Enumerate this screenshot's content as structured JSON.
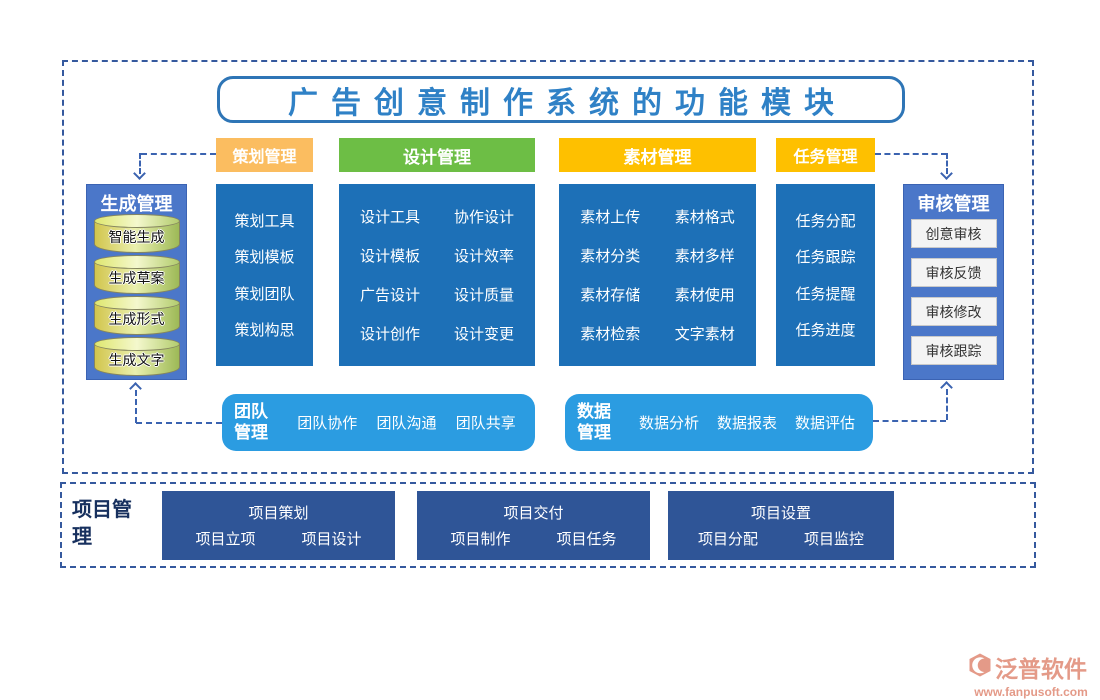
{
  "title": "广告创意制作系统的功能模块",
  "columns": [
    {
      "header": "策划管理",
      "color": "#fbbd60",
      "items": [
        "策划工具",
        "策划模板",
        "策划团队",
        "策划构思"
      ]
    },
    {
      "header": "设计管理",
      "color": "#6dbe45",
      "items": [
        "设计工具",
        "协作设计",
        "设计模板",
        "设计效率",
        "广告设计",
        "设计质量",
        "设计创作",
        "设计变更"
      ]
    },
    {
      "header": "素材管理",
      "color": "#fec000",
      "items": [
        "素材上传",
        "素材格式",
        "素材分类",
        "素材多样",
        "素材存储",
        "素材使用",
        "素材检索",
        "文字素材"
      ]
    },
    {
      "header": "任务管理",
      "color": "#fec000",
      "items": [
        "任务分配",
        "任务跟踪",
        "任务提醒",
        "任务进度"
      ]
    }
  ],
  "left_panel": {
    "title": "生成管理",
    "items": [
      "智能生成",
      "生成草案",
      "生成形式",
      "生成文字"
    ]
  },
  "right_panel": {
    "title": "审核管理",
    "items": [
      "创意审核",
      "审核反馈",
      "审核修改",
      "审核跟踪"
    ]
  },
  "band_boxes": [
    {
      "label": "团队管理",
      "items": [
        "团队协作",
        "团队沟通",
        "团队共享"
      ]
    },
    {
      "label": "数据管理",
      "items": [
        "数据分析",
        "数据报表",
        "数据评估"
      ]
    }
  ],
  "project_section": {
    "label": "项目管理",
    "groups": [
      {
        "title": "项目策划",
        "items": [
          "项目立项",
          "项目设计"
        ]
      },
      {
        "title": "项目交付",
        "items": [
          "项目制作",
          "项目任务"
        ]
      },
      {
        "title": "项目设置",
        "items": [
          "项目分配",
          "项目监控"
        ]
      }
    ]
  },
  "logo": {
    "name": "泛普软件",
    "url": "www.fanpusoft.com"
  },
  "colors": {
    "column_blue": "#1d70b7",
    "side_panel_blue": "#4b77c9",
    "band_blue": "#2b9ce1",
    "project_navy": "#2f5597",
    "header_orange": "#fbbd60",
    "header_green": "#6dbe45",
    "header_gold": "#fec000",
    "title_blue": "#2f81c6",
    "dashed_border_blue": "#35599e",
    "logo_salmon": "#e49a88"
  }
}
